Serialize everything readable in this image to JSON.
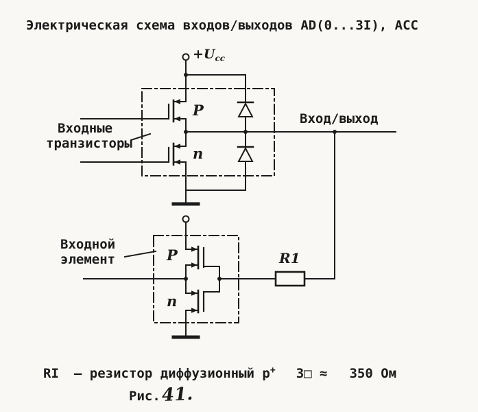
{
  "colors": {
    "ink": "#1b1b1b",
    "paper": "#f9f8f4"
  },
  "title": "Электрическая схема входов/выходов AD(0...3I), ACC",
  "labels": {
    "ucc_prefix": "+U",
    "ucc_sub": "cc",
    "input_output": "Вход/выход",
    "input_transistors_line1": "Входные",
    "input_transistors_line2": "транзисторы",
    "input_element_line1": "Входной",
    "input_element_line2": "элемент",
    "transistor_p_top": "P",
    "transistor_n_top": "n",
    "transistor_p_bottom": "P",
    "transistor_n_bottom": "n",
    "resistor": "R1"
  },
  "note": {
    "part1": "RI",
    "part2": "– резистор диффузионный р",
    "sup": "+",
    "part3": "3□ ≈",
    "part4": "350 Ом"
  },
  "caption": {
    "label": "Рис.",
    "number": "41."
  }
}
